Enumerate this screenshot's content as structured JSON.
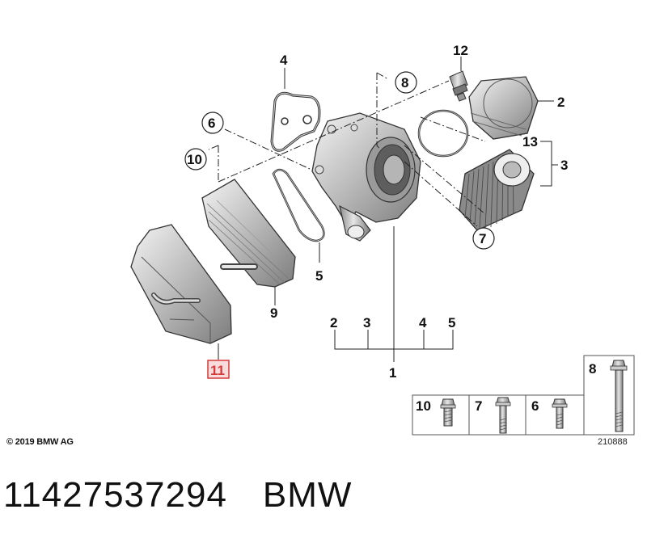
{
  "callouts": {
    "c1": "1",
    "c2": "2",
    "c3": "3",
    "c4": "4",
    "c5": "5",
    "c6": "6",
    "c7": "7",
    "c8": "8",
    "c9": "9",
    "c10": "10",
    "c11": "11",
    "c12": "12",
    "c13": "13"
  },
  "bracket_callouts": {
    "b2": "2",
    "b3": "3",
    "b4": "4",
    "b5": "5",
    "b1": "1"
  },
  "fasteners": {
    "f10": "10",
    "f7": "7",
    "f6": "6",
    "f8": "8"
  },
  "highlight_color": "#d63a3a",
  "copyright": "© 2019 BMW AG",
  "drawing_number": "210888",
  "footer": {
    "part_number": "11427537294",
    "brand": "BMW"
  }
}
